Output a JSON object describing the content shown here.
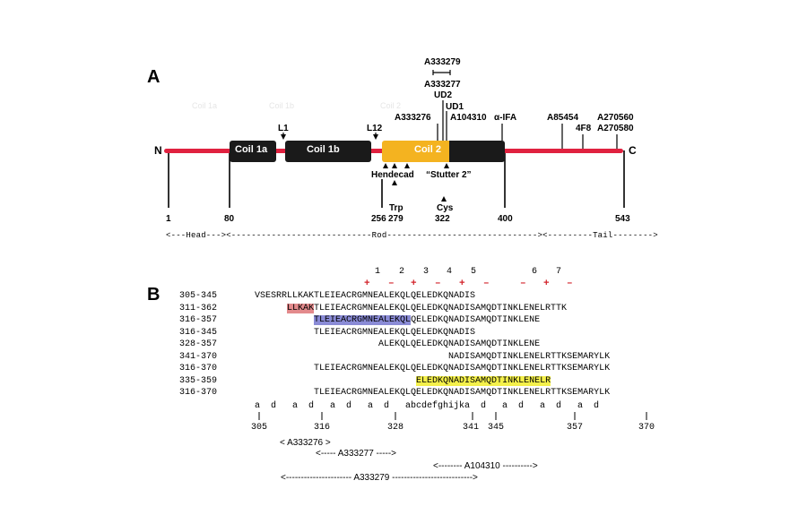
{
  "panelA": {
    "letter": "A",
    "n_label": "N",
    "c_label": "C",
    "faint_labels": [
      "Coil 1a",
      "Coil 1b",
      "Coil 2"
    ],
    "domains": {
      "coil1a": "Coil 1a",
      "coil1b": "Coil 1b",
      "coil2": "Coil 2"
    },
    "linkers": {
      "l1": "L1",
      "l12": "L12"
    },
    "epitopes": {
      "a333279": "A333279",
      "a333277": "A333277",
      "ud2": "UD2",
      "ud1": "UD1",
      "a333276": "A333276",
      "a104310": "A104310",
      "alpha_ifa": "α-IFA",
      "a85454": "A85454",
      "f4f8": "4F8",
      "a270560": "A270560",
      "a270580": "A270580"
    },
    "features": {
      "hendecad": "Hendecad",
      "stutter": "“Stutter 2”",
      "trp": "Trp",
      "cys": "Cys"
    },
    "positions": {
      "p1": "1",
      "p80": "80",
      "p256": "256",
      "p279": "279",
      "p322": "322",
      "p400": "400",
      "p543": "543"
    },
    "regions_line": "<---Head---><----------------------------Rod------------------------------><---------Tail-------->",
    "colors": {
      "linker": "#e0213f",
      "domain": "#1a1a1a",
      "coil2": "#f4b320"
    }
  },
  "panelB": {
    "letter": "B",
    "heptad_numbers": [
      "1",
      "2",
      "3",
      "4",
      "5",
      "6",
      "7"
    ],
    "heptad_signs": [
      "+",
      "–",
      "+",
      "–",
      "+",
      "–",
      "–",
      "+",
      "–"
    ],
    "rows": [
      {
        "range": "305-345",
        "pre": "",
        "hl": "",
        "post": "VSESRRLLKAKTLEIEACRGMNEALEKQLQELEDKQNADIS"
      },
      {
        "range": "311-362",
        "pre": "",
        "hl": "LLKAK",
        "post": "TLEIEACRGMNEALEKQLQELEDKQNADISAMQDTINKLENELRTTK"
      },
      {
        "range": "316-357",
        "pre": "     ",
        "hl": "TLEIEACRGMNEALEKQL",
        "post": "QELEDKQNADISAMQDTINKLENE"
      },
      {
        "range": "316-345",
        "pre": "     ",
        "hl": "",
        "post": "TLEIEACRGMNEALEKQLQELEDKQNADIS"
      },
      {
        "range": "328-357",
        "pre": "                 ",
        "hl": "",
        "post": "ALEKQLQELEDKQNADISAMQDTINKLENE"
      },
      {
        "range": "341-370",
        "pre": "                              ",
        "hl": "",
        "post": "NADISAMQDTINKLENELRTTKSEMARYLK"
      },
      {
        "range": "316-370",
        "pre": "     ",
        "hl": "",
        "post": "TLEIEACRGMNEALEKQLQELEDKQNADISAMQDTINKLENELRTTKSEMARYLK"
      },
      {
        "range": "335-359",
        "pre": "                        ",
        "hl": "ELEDKQNADISAMQDTINKLENELR",
        "post": ""
      },
      {
        "range": "316-370",
        "pre": "     ",
        "hl": "",
        "post": "TLEIEACRGMNEALEKQLQELEDKQNADISAMQDTINKLENELRTTKSEMARYLK"
      }
    ],
    "heptad_line": "a  d   a  d   a  d   a  d   abcdefghijka  d   a  d   a  d   a  d",
    "axis_ticks": [
      "305",
      "316",
      "328",
      "341",
      "345",
      "357",
      "370"
    ],
    "epitope_spans": {
      "a333276": "< A333276 >",
      "a333277": "<----- A333277 ----->",
      "a104310": "<-------- A104310 ---------->",
      "a333279": "<---------------------- A333279 --------------------------->"
    }
  }
}
